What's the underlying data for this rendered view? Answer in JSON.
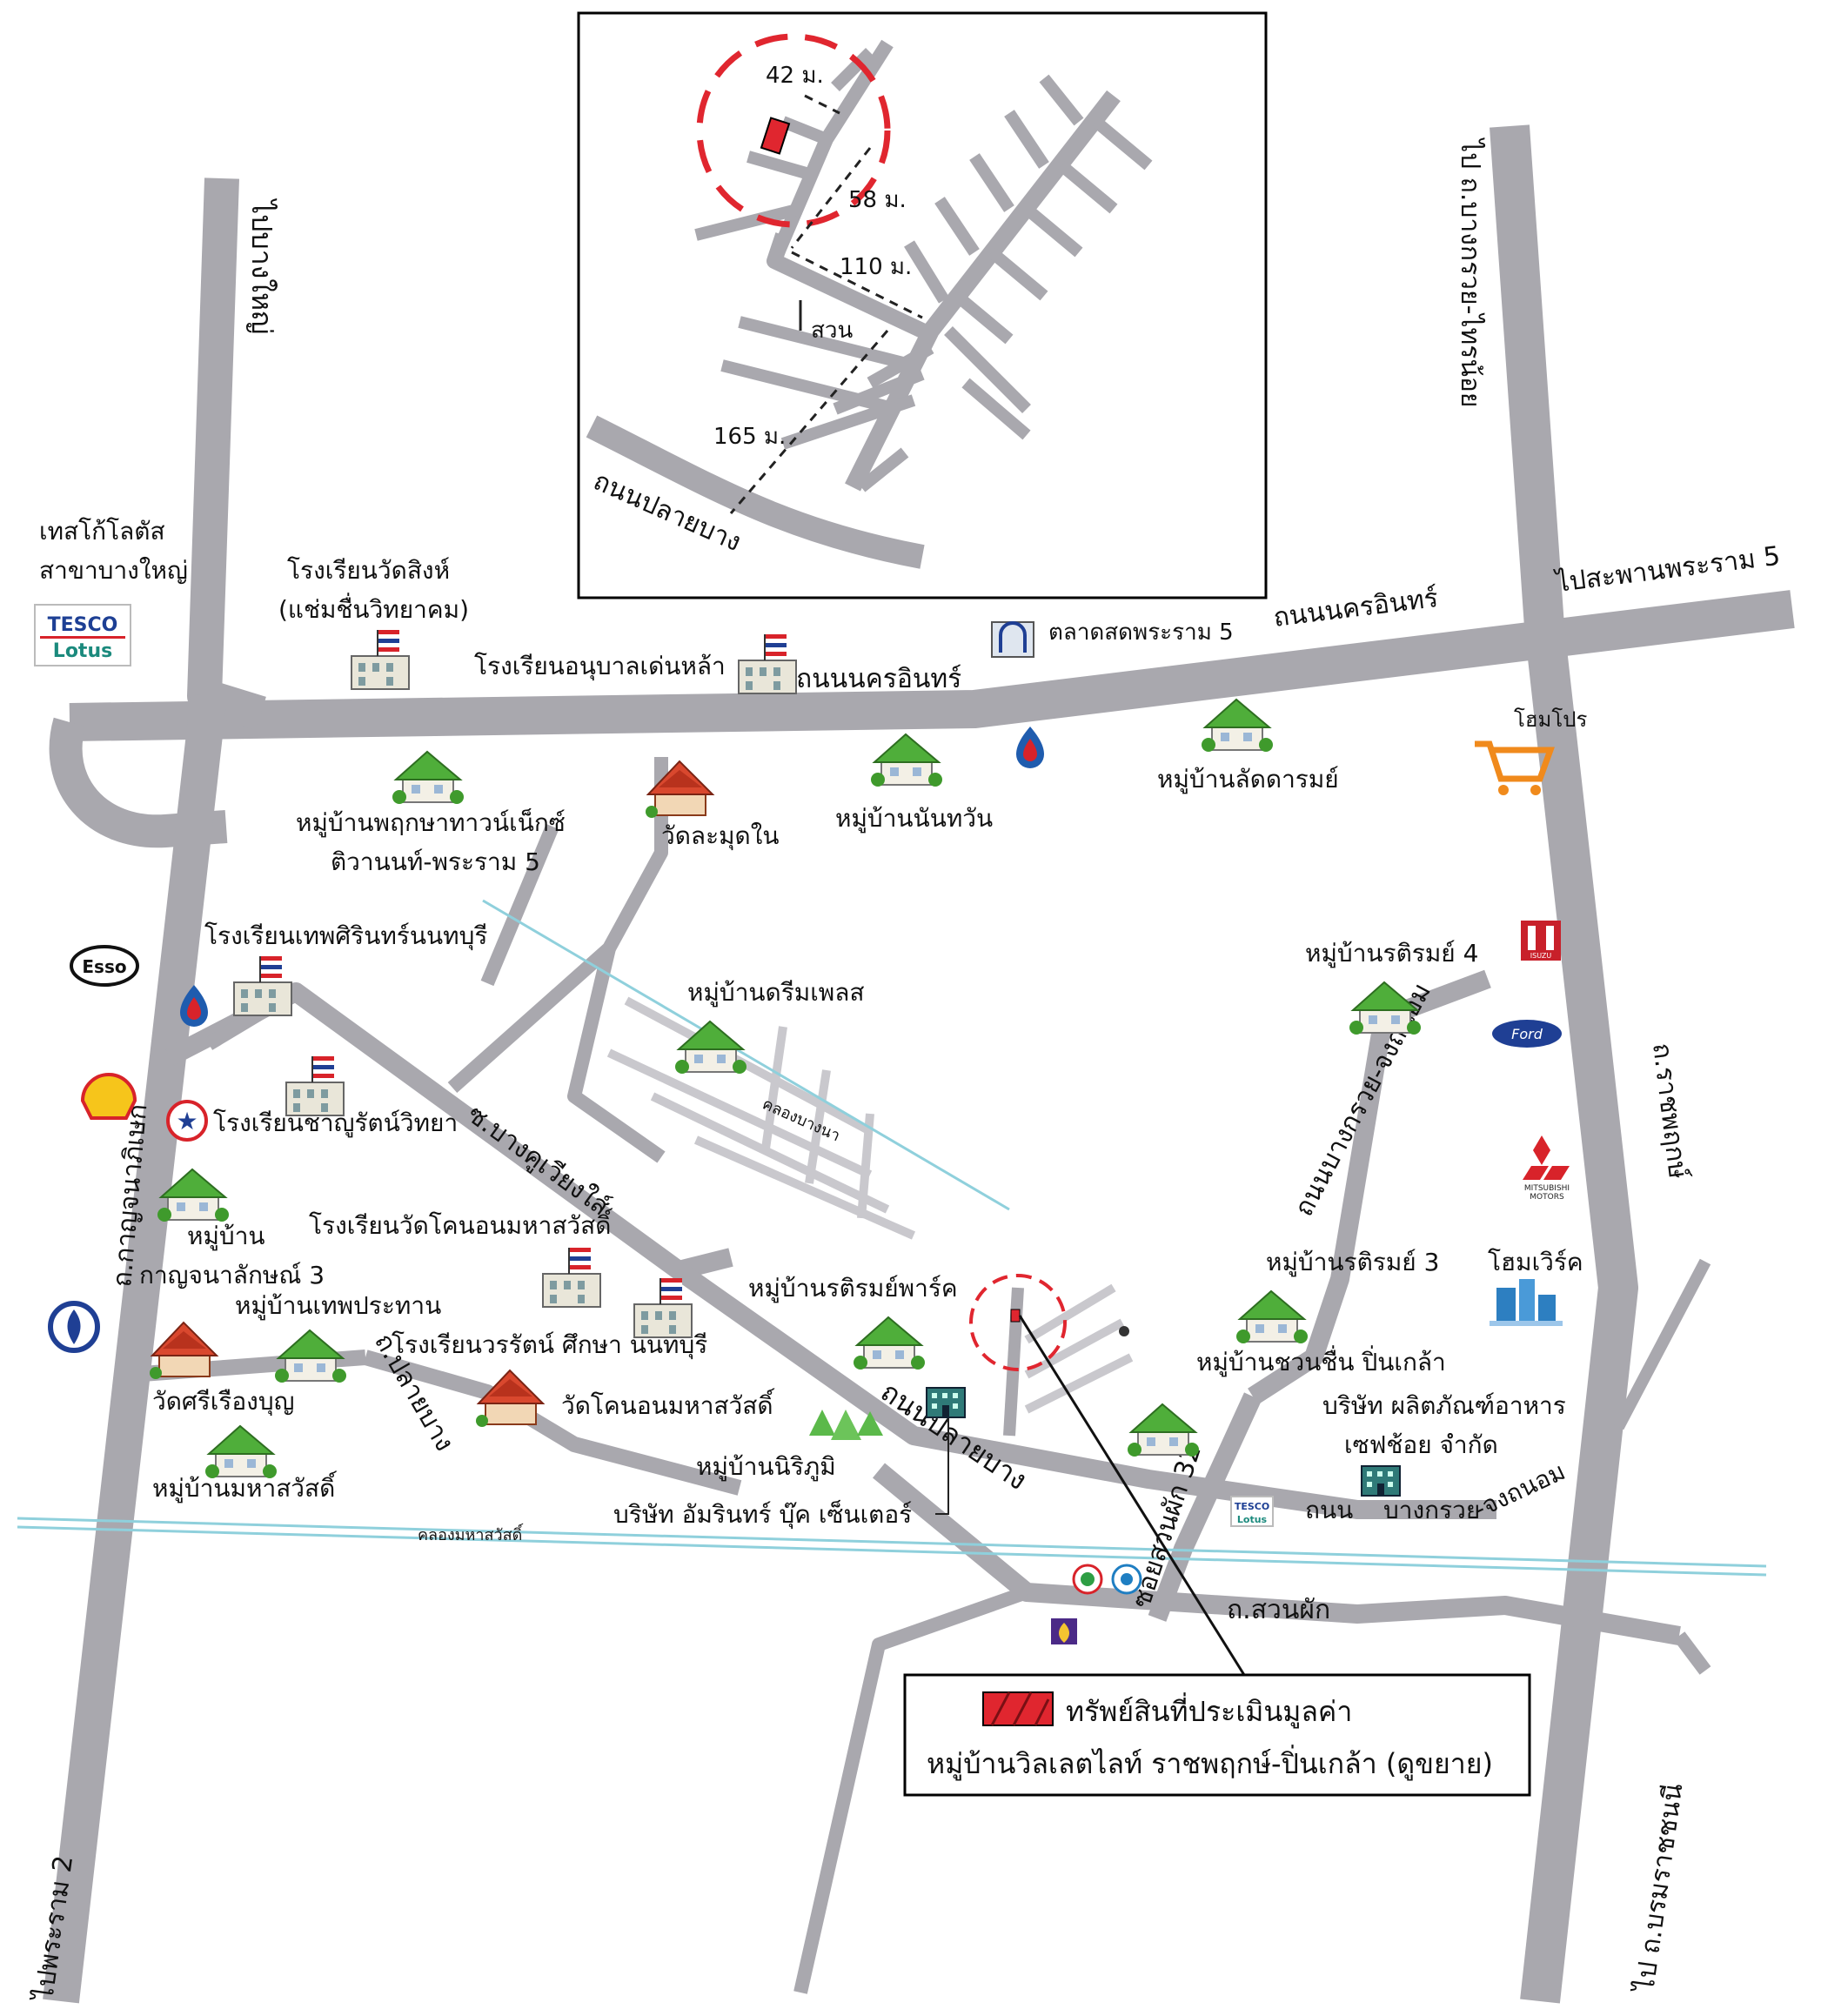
{
  "colors": {
    "road": "#a9a8ae",
    "canal": "#8fd0dc",
    "property": "#e0262f",
    "circle": "#e0262f",
    "text": "#111111"
  },
  "inset": {
    "distance_42": "42 ม.",
    "distance_58": "58 ม.",
    "distance_110": "110 ม.",
    "distance_165": "165 ม.",
    "garden": "สวน",
    "road_plaibang": "ถนนปลายบาง"
  },
  "roads": {
    "to_bangyai": "ไปบางใหญ่",
    "to_bangkruai_sainoi": "ไป ถ.บางกรวย-ไทรน้อย",
    "to_rama5_bridge": "ไปสะพานพระราม 5",
    "nakhon_in_1": "ถนนนครอินทร์",
    "nakhon_in_2": "ถนนนครอินทร์",
    "kanchanaphisek": "ถ.กาญจนาภิเษก",
    "ratchaphruek": "ถ.ราชพฤกษ์",
    "bangkruai_chongthanom_north": "ถนนบางกรวย-จงถนอม",
    "bang_khu_wiang": "ซ.บางคูเวียงใส์",
    "plaibang_short": "ถ.ปลายบาง",
    "plaibang_main": "ถนนปลายบาง",
    "soi_suanphak_32": "ซอยสวนผัก 32",
    "bangkruai_south_a": "ถนน",
    "bangkruai_south_b": "บางกรวย",
    "bangkruai_south_c": "-จงถนอม",
    "suanphak": "ถ.สวนผัก",
    "to_rama2": "ไปพระราม 2",
    "to_borommaratchachonnani": "ไป ถ.บรมราชชนนี"
  },
  "canals": {
    "bang_nam": "คลองบางนา",
    "maha_sawat": "คลองมหาสวัสดิ์"
  },
  "places": {
    "tesco_bangyai_1": "เทสโก้โลตัส",
    "tesco_bangyai_2": "สาขาบางใหญ่",
    "tesco_logo_top": "TESCO",
    "tesco_logo_bottom": "Lotus",
    "school_wat_sing_1": "โรงเรียนวัดสิงห์",
    "school_wat_sing_2": "(แช่มชื่นวิทยาคม)",
    "school_anuban": "โรงเรียนอนุบาลเด่นหล้า",
    "market_rama5": "ตลาดสดพระราม 5",
    "homepro": "โฮมโปร",
    "village_phruksa_1": "หมู่บ้านพฤกษาทาวน์เน็กซ์",
    "village_phruksa_2": "ติวานนท์-พระราม 5",
    "wat_lamut": "วัดละมุดใน",
    "village_nanthawan": "หมู่บ้านนันทวัน",
    "village_latdarom": "หมู่บ้านลัดดารมย์",
    "school_thepsirin": "โรงเรียนเทพศิรินทร์นนทบุรี",
    "esso": "Esso",
    "village_dreamplace": "หมู่บ้านดรีมเพลส",
    "village_ratirom4": "หมู่บ้านรติรมย์ 4",
    "isuzu": "ISUZU",
    "ford": "Ford",
    "school_chanyarat": "โรงเรียนชาญูรัตน์วิทยา",
    "mitsubishi_1": "MITSUBISHI",
    "mitsubishi_2": "MOTORS",
    "village_kanchana_1": "หมู่บ้าน",
    "village_kanchana_2": "กาญจนาลักษณ์ 3",
    "school_wat_khanon": "โรงเรียนวัดโคนอนมหาสวัสดิ์",
    "village_ratirom3": "หมู่บ้านรติรมย์ 3",
    "homeworks": "โฮมเวิร์ค",
    "village_thepprathan": "หมู่บ้านเทพประทาน",
    "village_ratirom_park": "หมู่บ้านรติรมย์พาร์ค",
    "school_worarat": "โรงเรียนวรรัตน์ ศึกษา นนทบุรี",
    "village_chuanchuen": "หมู่บ้านชวนชื่น ปิ่นเกล้า",
    "wat_sirueangbun": "วัดศรีเรืองบุญ",
    "wat_khanon": "วัดโคนอนมหาสวัสดิ์",
    "safe_choi_1": "บริษัท ผลิตภัณฑ์อาหาร",
    "safe_choi_2": "เซฟช้อย จำกัด",
    "village_nirin": "หมู่บ้านนิริภูมิ",
    "village_maha_sawat": "หมู่บ้านมหาสวัสดิ์",
    "amarin": "บริษัท อัมรินทร์ บุ๊ค เซ็นเตอร์",
    "tesco_small_top": "TESCO",
    "tesco_small_bottom": "Lotus"
  },
  "legend": {
    "property": "ทรัพย์สินที่ประเมินมูลค่า",
    "village": "หมู่บ้านวิลเลตไลท์ ราชพฤกษ์-ปิ่นเกล้า (ดูขยาย)"
  }
}
